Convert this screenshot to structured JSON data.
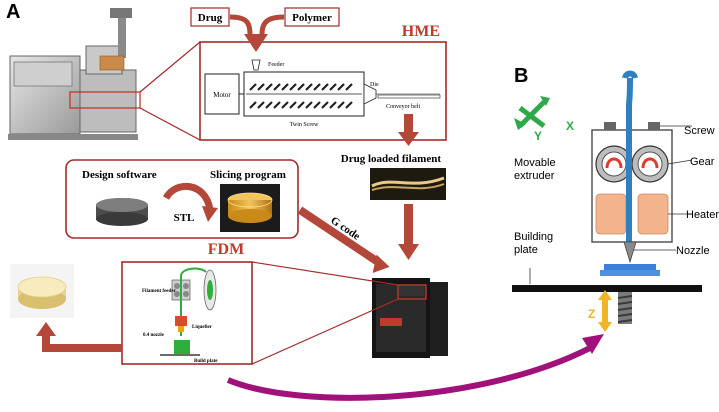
{
  "panel_a": {
    "letter": "A",
    "hme": {
      "title": "HME",
      "drug_label": "Drug",
      "polymer_label": "Polymer",
      "motor_label": "Motor",
      "feeder_label": "Feeder",
      "die_label": "Die",
      "twin_screw_label": "Twin Screw",
      "conveyor_label": "Conveyor belt"
    },
    "filament_label": "Drug loaded filament",
    "design": {
      "software_label": "Design software",
      "slicing_label": "Slicing program",
      "stl_label": "STL"
    },
    "gcode_label": "G code",
    "fdm": {
      "title": "FDM",
      "filament_feeder_label": "Filament feeder",
      "liquefier_label": "Liquefier",
      "nozzle_label": "0.4 nozzle",
      "build_plate_label": "Build plate"
    },
    "colors": {
      "frame_red": "#a52a2a",
      "arrow_red": "#b3473a",
      "hme_title_red": "#c0392b",
      "purple_arrow": "#a0117a"
    }
  },
  "panel_b": {
    "letter": "B",
    "labels": {
      "screw": "Screw",
      "movable_extruder": "Movable extruder",
      "gear": "Gear",
      "heater": "Heater",
      "building_plate": "Building plate",
      "nozzle": "Nozzle"
    },
    "axes": {
      "x": "X",
      "y": "Y",
      "z": "Z"
    },
    "colors": {
      "filament_blue": "#2f7fc1",
      "heater_orange": "#f2b38d",
      "axis_green": "#2ea84a",
      "z_arrow_orange": "#f0b428",
      "plate_blue": "#3b7fd6"
    }
  }
}
